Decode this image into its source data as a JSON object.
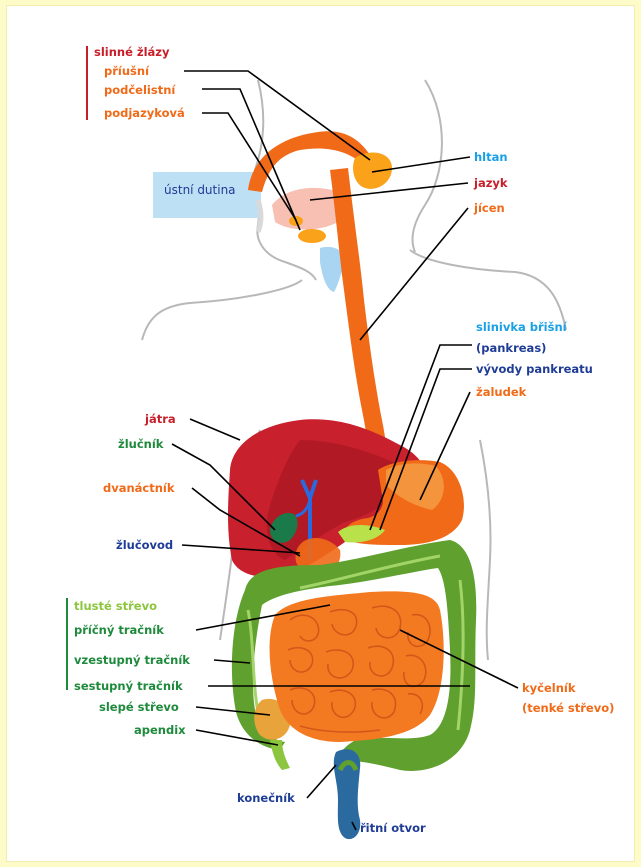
{
  "colors": {
    "background": "#fdfbc8",
    "red": "#c81e2a",
    "orange": "#f06a18",
    "blue": "#1aa0e6",
    "darkblue": "#1f3c96",
    "green": "#1e8a3c",
    "lightgreen": "#8cc63f",
    "liver": "#c8202c",
    "colon": "#5fa02e",
    "intestine": "#f47a22"
  },
  "labels": {
    "salivary_glands": "slinné žlázy",
    "parotid": "příušní",
    "submandibular": "podčelistní",
    "sublingual": "podjazyková",
    "oral_cavity": "ústní dutina",
    "larynx": "hltan",
    "tongue": "jazyk",
    "esophagus": "jícen",
    "pancreas_1": "slinivka břišní",
    "pancreas_2": "(pankreas)",
    "pancreatic_ducts": "vývody pankreatu",
    "stomach": "žaludek",
    "liver": "játra",
    "gallbladder": "žlučník",
    "duodenum": "dvanáctník",
    "bile_duct": "žlučovod",
    "large_intestine": "tlusté střevo",
    "transverse_colon": "příčný tračník",
    "ascending_colon": "vzestupný tračník",
    "descending_colon": "sestupný tračník",
    "cecum": "slepé střevo",
    "appendix": "apendix",
    "rectum": "konečník",
    "anus": "řitní otvor",
    "ileum_1": "kyčelník",
    "ileum_2": "(tenké střevo)"
  }
}
